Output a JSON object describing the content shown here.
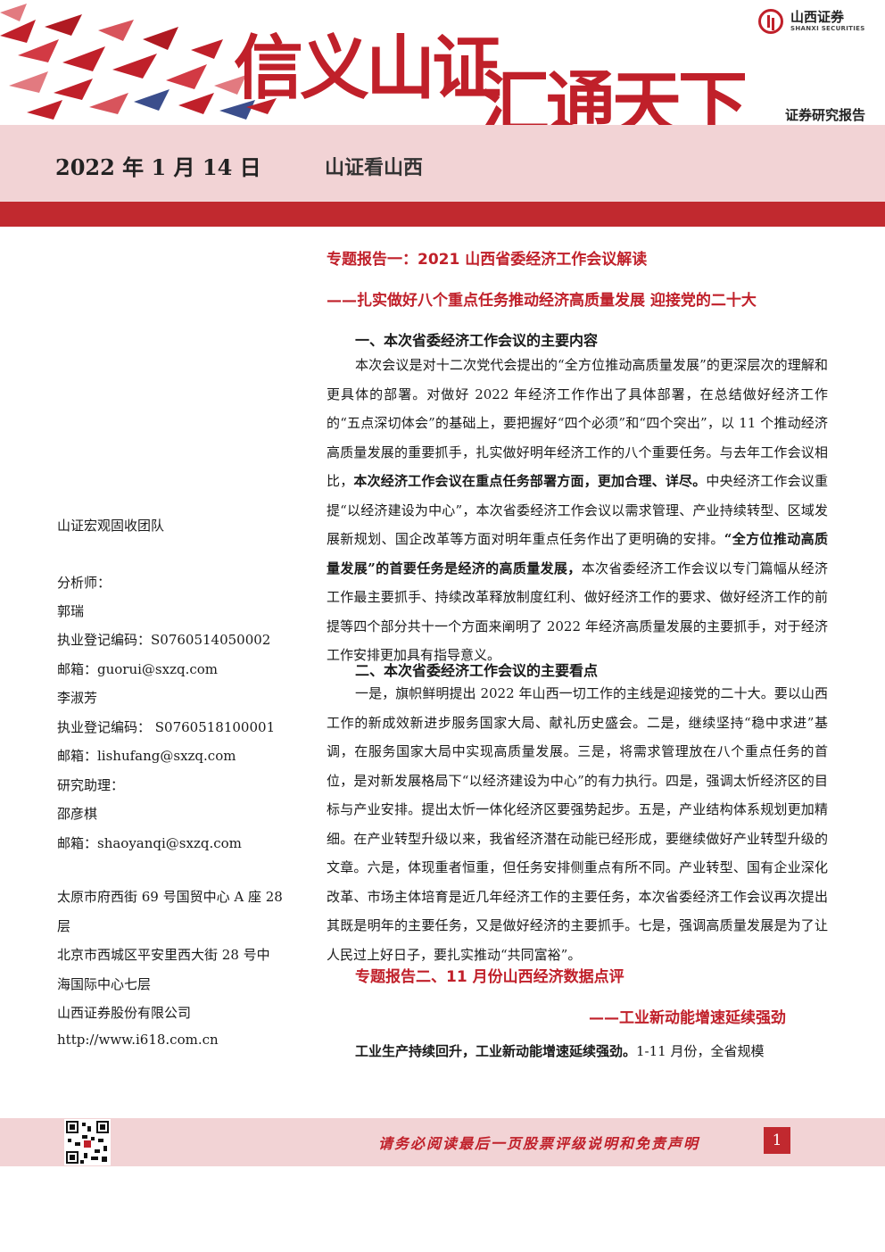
{
  "header": {
    "slogan_1": "信义山证",
    "slogan_2": "汇通天下",
    "logo_cn": "山西证券",
    "logo_en": "SHANXI SECURITIES",
    "report_type": "证券研究报告",
    "date": "2022 年 1 月 14 日",
    "series": "山证看山西",
    "colors": {
      "brand_red": "#c0202a",
      "band_pink": "#f2d3d5",
      "bar_red": "#c1292f"
    }
  },
  "sidebar": {
    "team": "山证宏观固收团队",
    "analyst_label": "分析师：",
    "analyst_1_name": "郭瑞",
    "analyst_1_reg": "执业登记编码：S0760514050002",
    "analyst_1_email": "邮箱：guorui@sxzq.com",
    "analyst_2_name": "李淑芳",
    "analyst_2_reg": "执业登记编码：  S0760518100001",
    "analyst_2_email": "邮箱：lishufang@sxzq.com",
    "assistant_label": "研究助理：",
    "assistant_name": "邵彦棋",
    "assistant_email": "邮箱：shaoyanqi@sxzq.com",
    "address_1a": "太原市府西街 69 号国贸中心 A 座 28",
    "address_1b": "层",
    "address_2a": "北京市西城区平安里西大街 28 号中",
    "address_2b": "海国际中心七层",
    "company": "山西证券股份有限公司",
    "website": "http://www.i618.com.cn"
  },
  "main": {
    "title_1": "专题报告一：2021 山西省委经济工作会议解读",
    "subtitle_1": "——扎实做好八个重点任务推动经济高质量发展  迎接党的二十大",
    "section_1_heading": "一、本次省委经济工作会议的主要内容",
    "section_1_p1": "本次会议是对十二次党代会提出的“全方位推动高质量发展”的更深层次的理解和更具体的部署。对做好 2022 年经济工作作出了具体部署，在总结做好经济工作的“五点深切体会”的基础上，要把握好“四个必须”和“四个突出”，以 11 个推动经济高质量发展的重要抓手，扎实做好明年经济工作的八个重要任务。与去年工作会议相比，",
    "section_1_p1_bold": "本次经济工作会议在重点任务部署方面，更加合理、详尽。",
    "section_1_p2": "中央经济工作会议重提“以经济建设为中心”，本次省委经济工作会议以需求管理、产业持续转型、区域发展新规划、国企改革等方面对明年重点任务作出了更明确的安排。",
    "section_1_p3_bold": "“全方位推动高质量发展”的首要任务是经济的高质量发展，",
    "section_1_p3": "本次省委经济工作会议以专门篇幅从经济工作最主要抓手、持续改革释放制度红利、做好经济工作的要求、做好经济工作的前提等四个部分共十一个方面来阐明了 2022 年经济高质量发展的主要抓手，对于经济工作安排更加具有指导意义。",
    "section_2_heading": "二、本次省委经济工作会议的主要看点",
    "section_2_p1": "一是，旗帜鲜明提出 2022 年山西一切工作的主线是迎接党的二十大。要以山西工作的新成效新进步服务国家大局、献礼历史盛会。二是，继续坚持“稳中求进”基调，在服务国家大局中实现高质量发展。三是，将需求管理放在八个重点任务的首位，是对新发展格局下“以经济建设为中心”的有力执行。四是，强调太忻经济区的目标与产业安排。提出太忻一体化经济区要强势起步。五是，产业结构体系规划更加精细。在产业转型升级以来，我省经济潜在动能已经形成，要继续做好产业转型升级的文章。六是，体现重者恒重，但任务安排侧重点有所不同。产业转型、国有企业深化改革、市场主体培育是近几年经济工作的主要任务，本次省委经济工作会议再次提出其既是明年的主要任务，又是做好经济的主要抓手。七是，强调高质量发展是为了让人民过上好日子，要扎实推动“共同富裕”。",
    "title_2": "专题报告二、11 月份山西经济数据点评",
    "subtitle_2": "——工业新动能增速延续强劲",
    "section_3_bold": "工业生产持续回升，工业新动能增速延续强劲。",
    "section_3_text": "1-11 月份，全省规模"
  },
  "footer": {
    "disclaimer": "请务必阅读最后一页股票评级说明和免责声明",
    "page": "1",
    "qr_icon": "qr-code-icon"
  }
}
